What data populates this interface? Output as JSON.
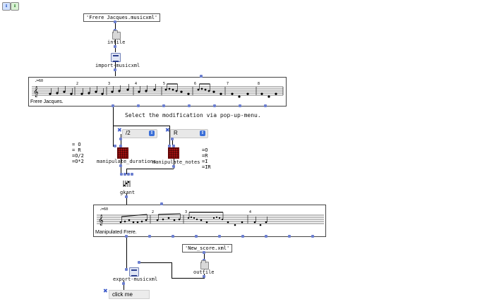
{
  "toolbar": {
    "up_icon": "arrow-up-icon",
    "down_icon": "arrow-down-icon"
  },
  "patch": {
    "input_file_string": "'Frere Jacques.musicxml'",
    "infile_label": "infile",
    "import_label": "import-musicxml",
    "score1": {
      "caption": "Frere Jacques.",
      "tempo": "♩=60",
      "measure_numbers": [
        "2",
        "3",
        "4",
        "5",
        "6",
        "7",
        "8"
      ]
    },
    "instruction": "Select the modification via pop-up-menu.",
    "menu_left_value": "/2",
    "menu_right_value": "R",
    "legend_left": [
      "= O",
      "= R",
      "=O/2",
      "=O*2"
    ],
    "legend_right": [
      "=O",
      "=R",
      "=I",
      "=IR"
    ],
    "manip_durations_label": "manipulate_durations",
    "manip_notes_label": "manipulate_notes",
    "gkant_label": "gkant",
    "score2": {
      "caption": "Manipulated Frere.",
      "tempo": "♩=60",
      "measure_numbers": [
        "2",
        "3",
        "4"
      ]
    },
    "output_file_string": "'New_score.xml'",
    "outfile_label": "outfile",
    "export_label": "export-musicxml",
    "click_label": "click me"
  }
}
